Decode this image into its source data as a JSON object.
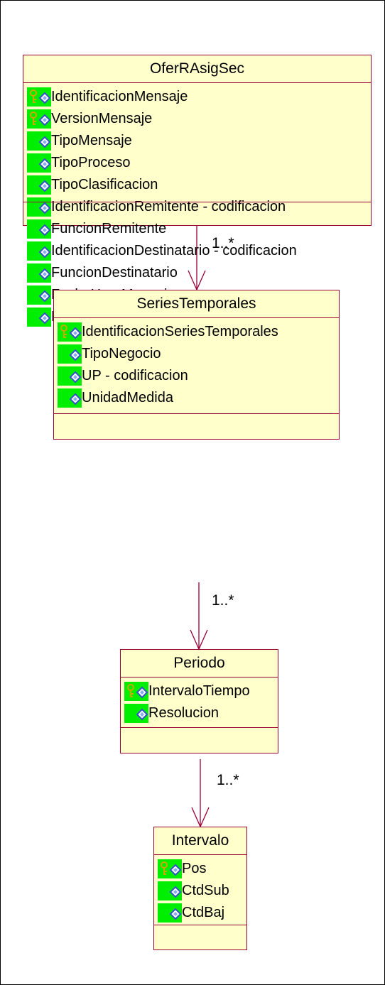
{
  "colors": {
    "class_fill": "#ffffcc",
    "class_border": "#990033",
    "icon_bg": "#00ee00",
    "attr_icon": "#3355cc",
    "key_icon": "#ccaa00"
  },
  "classes": [
    {
      "name": "OferRAsigSec",
      "attributes": [
        {
          "name": "IdentificacionMensaje",
          "key": true
        },
        {
          "name": "VersionMensaje",
          "key": true
        },
        {
          "name": "TipoMensaje",
          "key": false
        },
        {
          "name": "TipoProceso",
          "key": false
        },
        {
          "name": "TipoClasificacion",
          "key": false
        },
        {
          "name": "IdentificacionRemitente - codificacion",
          "key": false
        },
        {
          "name": "FuncionRemitente",
          "key": false
        },
        {
          "name": "IdentificacionDestinatario - codificacion",
          "key": false
        },
        {
          "name": "FuncionDestinatario",
          "key": false
        },
        {
          "name": "FechaHoraMensaje",
          "key": false
        },
        {
          "name": "Horizonte",
          "key": false
        }
      ]
    },
    {
      "name": "SeriesTemporales",
      "attributes": [
        {
          "name": "IdentificacionSeriesTemporales",
          "key": true
        },
        {
          "name": "TipoNegocio",
          "key": false
        },
        {
          "name": "UP - codificacion",
          "key": false
        },
        {
          "name": "UnidadMedida",
          "key": false
        }
      ]
    },
    {
      "name": "Periodo",
      "attributes": [
        {
          "name": "IntervaloTiempo",
          "key": true
        },
        {
          "name": "Resolucion",
          "key": false
        }
      ]
    },
    {
      "name": "Intervalo",
      "attributes": [
        {
          "name": "Pos",
          "key": true
        },
        {
          "name": "CtdSub",
          "key": false
        },
        {
          "name": "CtdBaj",
          "key": false
        }
      ]
    }
  ],
  "associations": [
    {
      "from": "OferRAsigSec",
      "to": "SeriesTemporales",
      "multiplicity": "1..*"
    },
    {
      "from": "SeriesTemporales",
      "to": "Periodo",
      "multiplicity": "1..*"
    },
    {
      "from": "Periodo",
      "to": "Intervalo",
      "multiplicity": "1..*"
    }
  ]
}
